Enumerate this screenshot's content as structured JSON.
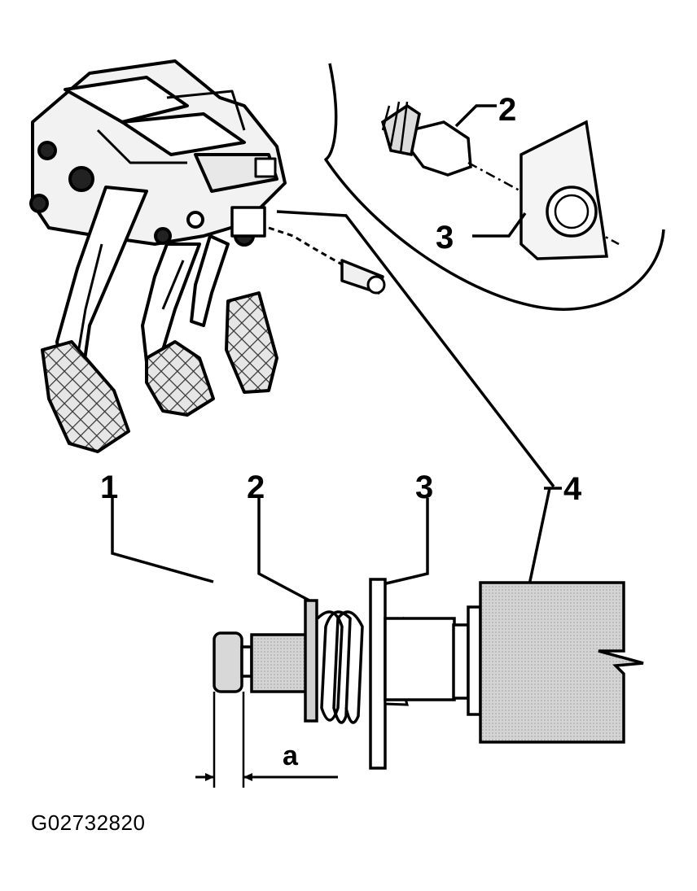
{
  "callouts": {
    "upper": {
      "n2": "2",
      "n3": "3"
    },
    "lower": {
      "n1": "1",
      "n2": "2",
      "n3": "3",
      "n4": "4"
    },
    "dimension": "a"
  },
  "figure_code": "G02732820"
}
